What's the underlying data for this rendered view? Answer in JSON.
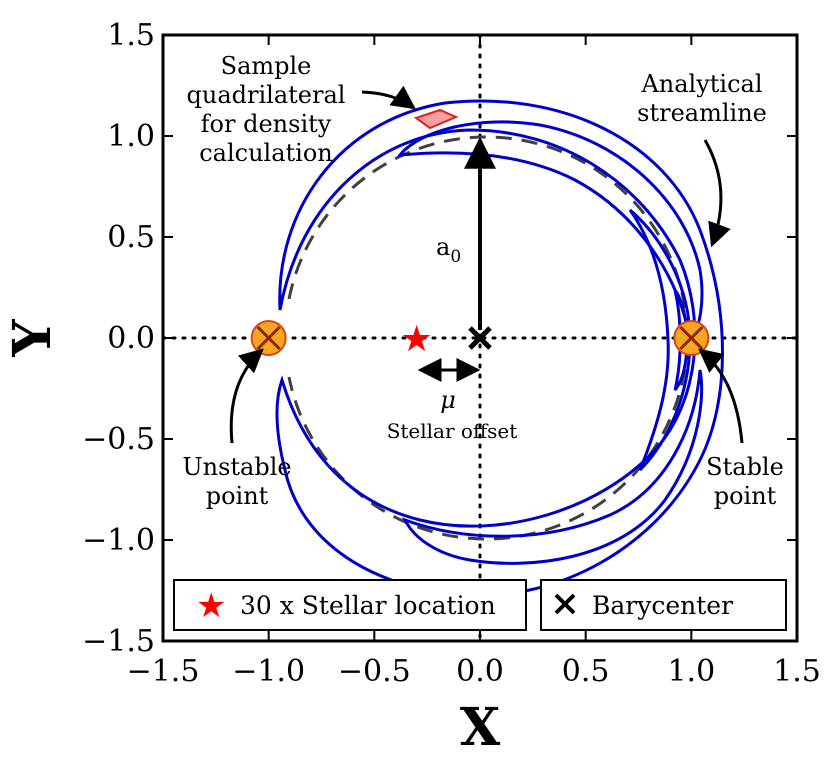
{
  "chart_data": {
    "type": "line",
    "xlabel": "X",
    "ylabel": "Y",
    "xlim": [
      -1.5,
      1.5
    ],
    "ylim": [
      -1.5,
      1.5
    ],
    "xticks": [
      "−1.5",
      "−1.0",
      "−0.5",
      "0.0",
      "0.5",
      "1.0",
      "1.5"
    ],
    "yticks": [
      "1.5",
      "1.0",
      "0.5",
      "0.0",
      "−0.5",
      "−1.0",
      "−1.5"
    ],
    "grid": false,
    "reference_lines": [
      "x = 0 (dotted)",
      "y = 0 (dotted)"
    ],
    "colors": {
      "streamline": "#0000cc",
      "dashed_orbit": "#404040",
      "star": "#ff0000",
      "lagrange_fill": "#f5a623",
      "lagrange_cross": "#8b2500",
      "quad_fill": "#f4a0a0",
      "quad_edge": "#e02020"
    },
    "series": [
      {
        "style": "blue-solid",
        "values": "streamline contours (tadpole/horseshoe orbits)"
      },
      {
        "style": "black-dashed",
        "values": "circular orbit radius 1.0"
      }
    ],
    "points": [
      {
        "kind": "star-marker",
        "x": -0.3,
        "y": 0.0
      },
      {
        "kind": "x-marker",
        "x": 0.0,
        "y": 0.0
      },
      {
        "kind": "lagrange-point",
        "x": -1.0,
        "y": 0.0
      },
      {
        "kind": "lagrange-point",
        "x": 1.0,
        "y": 0.0
      }
    ],
    "annotations": {
      "sample_quad": [
        "Sample",
        "quadrilateral",
        "for density",
        "calculation"
      ],
      "analytical": [
        "Analytical",
        "streamline"
      ],
      "a0_main": "a",
      "a0_sub": "0",
      "mu": "μ",
      "stellar_offset": "Stellar offset",
      "unstable": [
        "Unstable",
        "point"
      ],
      "stable": [
        "Stable",
        "point"
      ]
    },
    "legend": {
      "placement": "bottom",
      "left": "30 x Stellar location",
      "right": "Barycenter"
    }
  }
}
